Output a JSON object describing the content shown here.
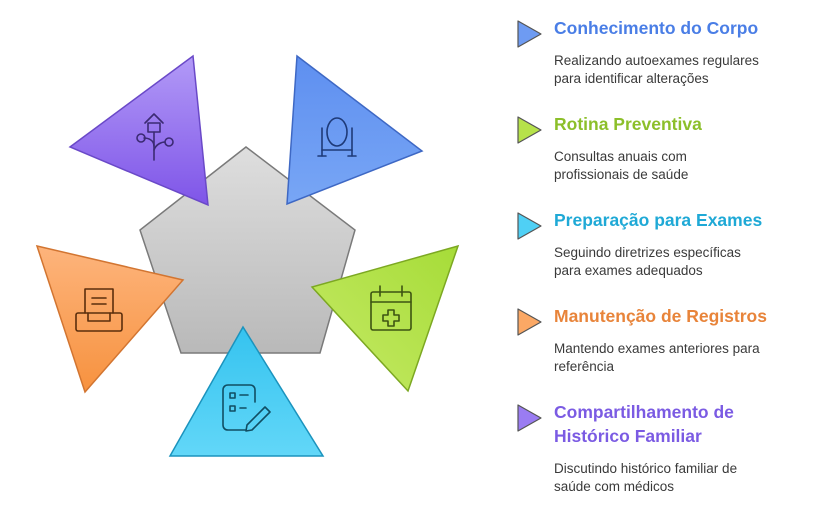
{
  "items": [
    {
      "title": "Conhecimento do Corpo",
      "title_lines": [
        "Conhecimento do Corpo"
      ],
      "desc_lines": [
        "Realizando autoexames regulares",
        "para identificar alterações"
      ],
      "color": "#4a7ee6",
      "fill": "#6e9bf2",
      "icon": "mirror-icon"
    },
    {
      "title": "Rotina Preventiva",
      "title_lines": [
        "Rotina Preventiva"
      ],
      "desc_lines": [
        "Consultas anuais com",
        "profissionais de saúde"
      ],
      "color": "#8cbf2a",
      "fill": "#b6e24a",
      "icon": "calendar-plus-icon"
    },
    {
      "title": "Preparação para Exames",
      "title_lines": [
        "Preparação para Exames"
      ],
      "desc_lines": [
        "Seguindo diretrizes específicas",
        "para exames adequados"
      ],
      "color": "#1fa9d6",
      "fill": "#4fd0f5",
      "icon": "checklist-pen-icon"
    },
    {
      "title": "Manutenção de Registros",
      "title_lines": [
        "Manutenção de Registros"
      ],
      "desc_lines": [
        "Mantendo exames anteriores para",
        "referência"
      ],
      "color": "#e8843a",
      "fill": "#fba865",
      "icon": "document-tray-icon"
    },
    {
      "title": "Compartilhamento de Histórico Familiar",
      "title_lines": [
        "Compartilhamento de",
        "Histórico Familiar"
      ],
      "desc_lines": [
        "Discutindo histórico familiar de",
        "saúde com médicos"
      ],
      "color": "#7b5be3",
      "fill": "#9a7cf2",
      "icon": "family-tree-icon"
    }
  ],
  "center": {
    "fill": "#c9c9c9"
  }
}
